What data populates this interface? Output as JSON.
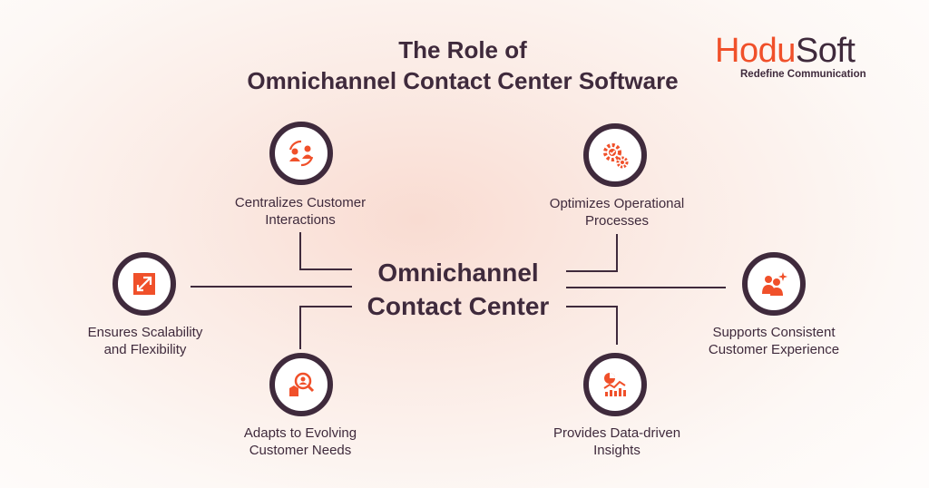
{
  "title": {
    "line1": "The Role of",
    "line2": "Omnichannel Contact Center Software"
  },
  "logo": {
    "brand_part1": "Hodu",
    "brand_part2": "Soft",
    "tagline": "Redefine Communication"
  },
  "center": {
    "line1": "Omnichannel",
    "line2": "Contact Center"
  },
  "nodes": {
    "centralizes": {
      "line1": "Centralizes Customer",
      "line2": "Interactions",
      "icon": "people-exchange-icon"
    },
    "optimizes": {
      "line1": "Optimizes Operational",
      "line2": "Processes",
      "icon": "gears-icon"
    },
    "scalability": {
      "line1": "Ensures Scalability",
      "line2": "and Flexibility",
      "icon": "expand-arrow-icon"
    },
    "consistent": {
      "line1": "Supports Consistent",
      "line2": "Customer Experience",
      "icon": "customer-star-icon"
    },
    "adapts": {
      "line1": "Adapts to Evolving",
      "line2": "Customer Needs",
      "icon": "search-person-icon"
    },
    "insights": {
      "line1": "Provides Data-driven",
      "line2": "Insights",
      "icon": "analytics-chart-icon"
    }
  },
  "colors": {
    "accent": "#f0502a",
    "dark": "#3f2a3c"
  }
}
